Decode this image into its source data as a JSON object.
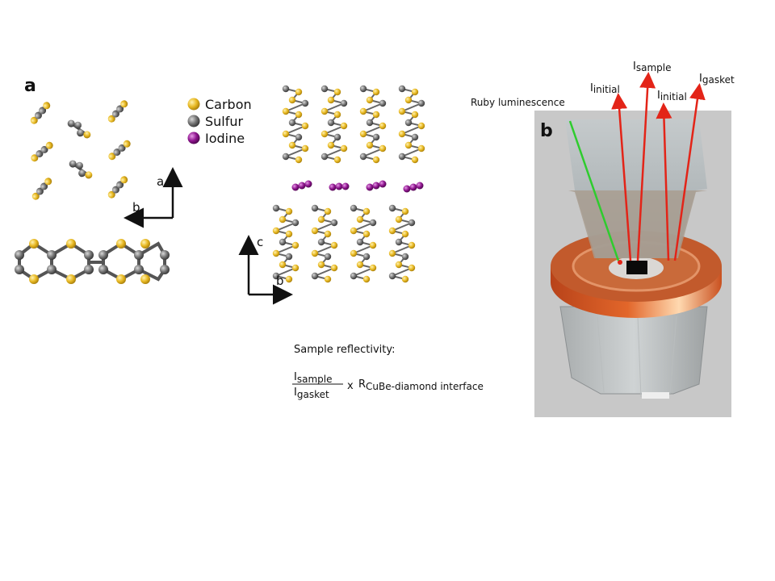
{
  "panel_a": {
    "letter": "a"
  },
  "panel_b": {
    "letter": "b"
  },
  "legend": {
    "items": [
      {
        "label": "Carbon",
        "color": "#e8b923"
      },
      {
        "label": "Sulfur",
        "color": "#6f6f6f"
      },
      {
        "label": "Iodine",
        "color": "#8e148e"
      }
    ]
  },
  "axes_a": {
    "vertical": "a",
    "horizontal": "b"
  },
  "axes_b": {
    "vertical": "c",
    "horizontal": "b"
  },
  "reflectivity": {
    "title": "Sample reflectivity:",
    "numerator_main": "I",
    "numerator_sub": "sample",
    "denominator_main": "I",
    "denominator_sub": "gasket",
    "times": "x",
    "r_main": "R",
    "r_sub": "CuBe-diamond interface"
  },
  "beams": {
    "ruby": "Ruby luminescence",
    "i_initial_1_main": "I",
    "i_initial_1_sub": "initial",
    "i_sample_main": "I",
    "i_sample_sub": "sample",
    "i_initial_2_main": "I",
    "i_initial_2_sub": "initial",
    "i_gasket_main": "I",
    "i_gasket_sub": "gasket"
  },
  "colors": {
    "carbon": "#e8b923",
    "sulfur": "#6f6f6f",
    "iodine": "#8e148e",
    "beam_red": "#e32418",
    "beam_green": "#2ecc2e",
    "gasket": "#d0531f"
  }
}
